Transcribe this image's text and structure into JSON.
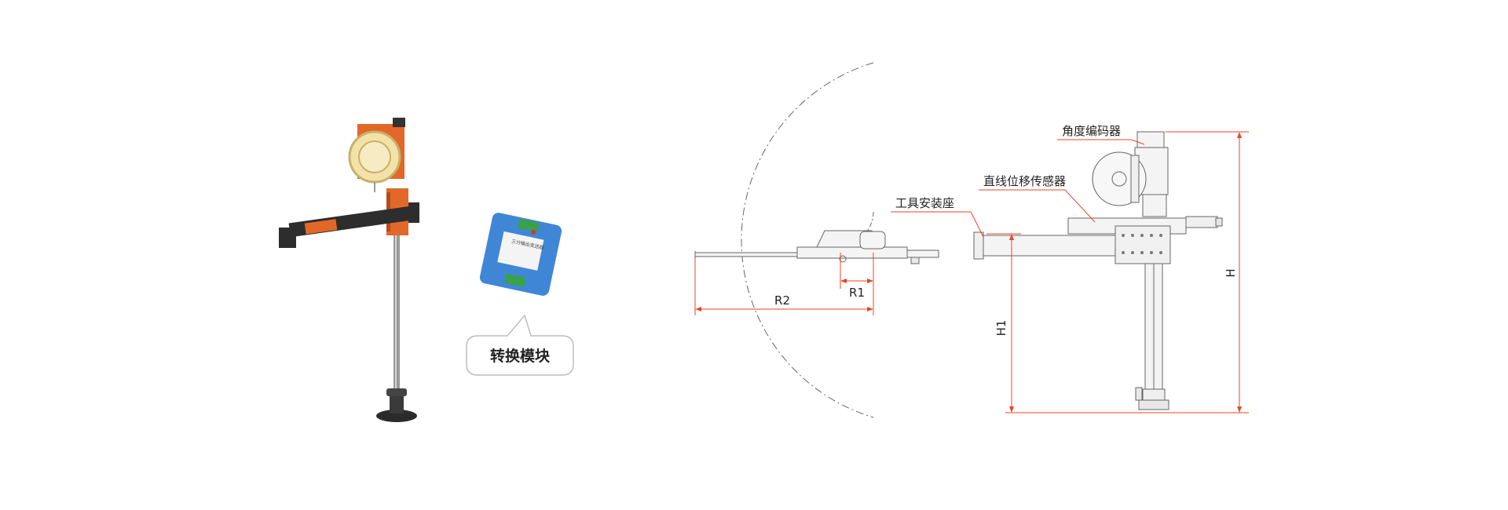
{
  "product": {
    "converter_bubble_label": "转换模块",
    "module_label_text": "三分输出变送器"
  },
  "diagram": {
    "labels": {
      "angle_encoder": "角度编码器",
      "linear_sensor": "直线位移传感器",
      "tool_mount": "工具安装座"
    },
    "dimensions": {
      "r1": "R1",
      "r2": "R2",
      "h1": "H1",
      "h": "H"
    }
  },
  "colors": {
    "accent_orange": "#e8452a",
    "arm_orange": "#e2682a",
    "module_blue": "#3f87d6",
    "line_gray": "#555555"
  }
}
